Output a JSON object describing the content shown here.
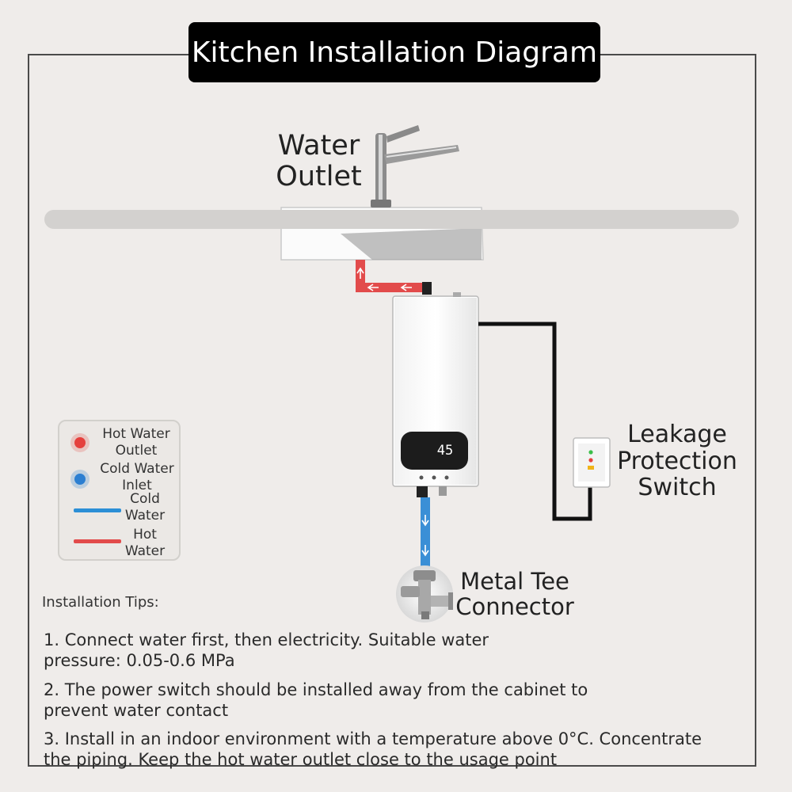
{
  "title": "Kitchen Installation Diagram",
  "labels": {
    "water_outlet": "Water Outlet",
    "leakage_switch": "Leakage Protection Switch",
    "metal_tee": "Metal Tee Connector"
  },
  "heater": {
    "display_value": "45"
  },
  "legend": {
    "items": [
      {
        "label": "Hot Water Outlet",
        "symbol": "dot",
        "color": "#e5403d"
      },
      {
        "label": "Cold Water Inlet",
        "symbol": "dot",
        "color": "#2c7fd1"
      },
      {
        "label": "Cold Water",
        "symbol": "bar",
        "color": "#2c8fd6"
      },
      {
        "label": "Hot Water",
        "symbol": "bar",
        "color": "#e24b4b"
      }
    ]
  },
  "tips": {
    "heading": "Installation Tips:",
    "items": [
      "1. Connect water first, then electricity. Suitable water pressure: 0.05-0.6 MPa",
      "2. The power switch should be installed away from the cabinet to prevent water contact",
      "3. Install in an indoor environment with a temperature above 0°C. Concentrate the piping. Keep the hot water outlet close to the usage point"
    ]
  },
  "colors": {
    "hot_pipe": "#e24b4b",
    "cold_pipe": "#3a8fd6",
    "power_cable": "#111111",
    "countertop": "#d3d1cf",
    "title_bg": "#000000"
  }
}
